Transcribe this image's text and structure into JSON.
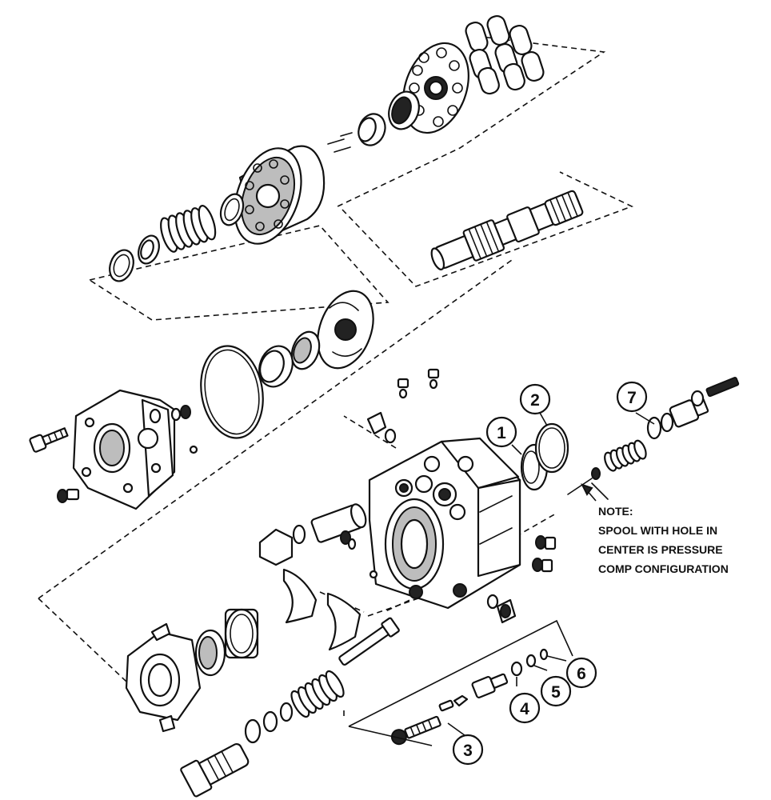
{
  "callouts": [
    {
      "id": "1",
      "label": "1"
    },
    {
      "id": "2",
      "label": "2"
    },
    {
      "id": "3",
      "label": "3"
    },
    {
      "id": "4",
      "label": "4"
    },
    {
      "id": "5",
      "label": "5"
    },
    {
      "id": "6",
      "label": "6"
    },
    {
      "id": "7",
      "label": "7"
    }
  ],
  "note": {
    "title": "NOTE:",
    "lines": [
      "SPOOL WITH HOLE IN",
      "CENTER IS PRESSURE",
      "COMP CONFIGURATION"
    ]
  },
  "colors": {
    "ink": "#111111",
    "paper": "#ffffff"
  }
}
